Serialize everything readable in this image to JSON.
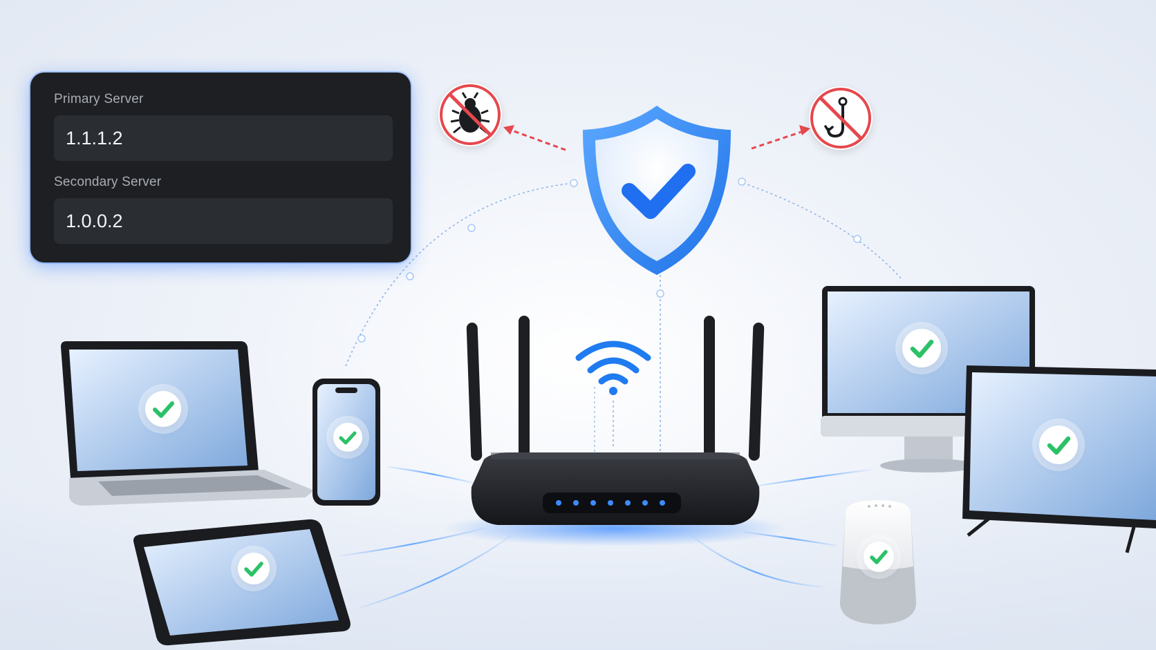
{
  "dns_settings": {
    "primary_label": "Primary Server",
    "primary_value": "1.1.1.2",
    "secondary_label": "Secondary Server",
    "secondary_value": "1.0.0.2"
  },
  "colors": {
    "accent_blue": "#1f7bf0",
    "check_green": "#2cc167",
    "blocked_red": "#e5484d",
    "panel_dark": "#1d1f23",
    "device_dark": "#1b1c20"
  },
  "icons": {
    "security_shield": "shield-check-icon",
    "malware_blocked": "bug-blocked-icon",
    "phishing_blocked": "phishing-hook-blocked-icon",
    "wireless": "wifi-icon",
    "device_status": "check-icon"
  }
}
